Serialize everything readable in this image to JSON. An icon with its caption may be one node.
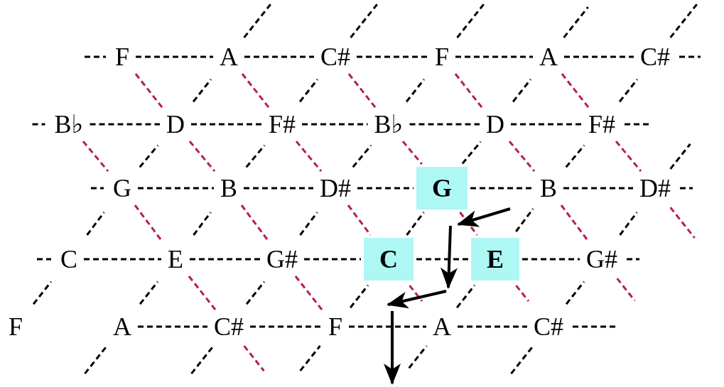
{
  "diagram": {
    "nodes": [
      {
        "text": [
          "F"
        ]
      },
      {
        "text": [
          "A"
        ]
      },
      {
        "text": [
          "C#"
        ]
      },
      {
        "text": [
          "F"
        ]
      },
      {
        "text": [
          "A"
        ]
      },
      {
        "text": [
          "C#"
        ]
      },
      {
        "text": [
          "B♭"
        ]
      },
      {
        "text": [
          "D"
        ]
      },
      {
        "text": [
          "F#"
        ]
      },
      {
        "text": [
          "B♭"
        ]
      },
      {
        "text": [
          "D"
        ]
      },
      {
        "text": [
          "F#"
        ]
      },
      {
        "text": [
          "G"
        ]
      },
      {
        "text": [
          "B"
        ]
      },
      {
        "text": [
          "D#"
        ]
      },
      {
        "text": [
          "G"
        ]
      },
      {
        "text": [
          "B"
        ]
      },
      {
        "text": [
          "D#"
        ]
      },
      {
        "text": [
          "C"
        ]
      },
      {
        "text": [
          "E"
        ]
      },
      {
        "text": [
          "G#"
        ]
      },
      {
        "text": [
          "C"
        ]
      },
      {
        "text": [
          "E"
        ]
      },
      {
        "text": [
          "G#"
        ]
      },
      {
        "text": [
          "F"
        ]
      },
      {
        "text": [
          "A"
        ]
      },
      {
        "text": [
          "C#"
        ]
      },
      {
        "text": [
          "F"
        ]
      },
      {
        "text": [
          "A"
        ]
      },
      {
        "text": [
          "C#"
        ]
      }
    ],
    "edges": [
      {
        "from": null,
        "to": 0,
        "arrow": "none",
        "style": "dashed"
      },
      {
        "from": 0,
        "to": 1,
        "arrow": "none",
        "style": "dashed"
      },
      {
        "from": 1,
        "to": 2,
        "arrow": "none",
        "style": "dashed"
      },
      {
        "from": 2,
        "to": 3,
        "arrow": "none",
        "style": "dashed"
      },
      {
        "from": 3,
        "to": 4,
        "arrow": "none",
        "style": "dashed"
      },
      {
        "from": 4,
        "to": 5,
        "arrow": "none",
        "style": "dashed"
      },
      {
        "from": 5,
        "to": null,
        "arrow": "none",
        "style": "dashed"
      },
      {
        "from": null,
        "to": 6,
        "arrow": "none",
        "style": "dashed"
      },
      {
        "from": 6,
        "to": 7,
        "arrow": "none",
        "style": "dashed"
      },
      {
        "from": 7,
        "to": 8,
        "arrow": "none",
        "style": "dashed"
      },
      {
        "from": 8,
        "to": 9,
        "arrow": "none",
        "style": "dashed"
      },
      {
        "from": 9,
        "to": 10,
        "arrow": "none",
        "style": "dashed"
      },
      {
        "from": 10,
        "to": 11,
        "arrow": "none",
        "style": "dashed"
      },
      {
        "from": 11,
        "to": null,
        "arrow": "none",
        "style": "dashed"
      },
      {
        "from": null,
        "to": 12,
        "arrow": "none",
        "style": "dashed"
      },
      {
        "from": 12,
        "to": 13,
        "arrow": "none",
        "style": "dashed"
      },
      {
        "from": 13,
        "to": 14,
        "arrow": "none",
        "style": "dashed"
      },
      {
        "from": 14,
        "to": 15,
        "arrow": "none",
        "style": "dashed"
      },
      {
        "from": 15,
        "to": 16,
        "arrow": "none",
        "style": "dashed"
      },
      {
        "from": 16,
        "to": 17,
        "arrow": "none",
        "style": "dashed"
      },
      {
        "from": 17,
        "to": null,
        "arrow": "none",
        "style": "dashed"
      },
      {
        "from": null,
        "to": 18,
        "arrow": "none",
        "style": "dashed"
      },
      {
        "from": 18,
        "to": 19,
        "arrow": "none",
        "style": "dashed"
      },
      {
        "from": 19,
        "to": 20,
        "arrow": "none",
        "style": "dashed"
      },
      {
        "from": 20,
        "to": 21,
        "arrow": "none",
        "style": "dashed"
      },
      {
        "from": 21,
        "to": 22,
        "arrow": "none",
        "style": "dashed"
      },
      {
        "from": 22,
        "to": 23,
        "arrow": "none",
        "style": "dashed"
      },
      {
        "from": 23,
        "to": null,
        "arrow": "none",
        "style": "dashed"
      },
      {
        "from": 25,
        "to": 26,
        "arrow": "none",
        "style": "dashed"
      },
      {
        "from": 26,
        "to": 27,
        "arrow": "none",
        "style": "dashed"
      },
      {
        "from": 27,
        "to": 28,
        "arrow": "none",
        "style": "dashed"
      },
      {
        "from": 28,
        "to": 29,
        "arrow": "none",
        "style": "dashed"
      },
      {
        "from": 29,
        "to": null,
        "arrow": "none",
        "style": "dashed"
      },
      {
        "from": 24,
        "to": 18,
        "arrow": "none",
        "style": "dashed"
      },
      {
        "from": 25,
        "to": 19,
        "arrow": "none",
        "style": "dashed"
      },
      {
        "from": 26,
        "to": 20,
        "arrow": "none",
        "style": "dashed"
      },
      {
        "from": 27,
        "to": 21,
        "arrow": "none",
        "style": "dashed"
      },
      {
        "from": 28,
        "to": 22,
        "arrow": "none",
        "style": "dashed"
      },
      {
        "from": 29,
        "to": 23,
        "arrow": "none",
        "style": "dashed"
      },
      {
        "from": 18,
        "to": 12,
        "arrow": "none",
        "style": "dashed"
      },
      {
        "from": 19,
        "to": 13,
        "arrow": "none",
        "style": "dashed"
      },
      {
        "from": 20,
        "to": 14,
        "arrow": "none",
        "style": "dashed"
      },
      {
        "from": 21,
        "to": 15,
        "arrow": "none",
        "style": "dashed"
      },
      {
        "from": 22,
        "to": 16,
        "arrow": "none",
        "style": "dashed"
      },
      {
        "from": 23,
        "to": 17,
        "arrow": "none",
        "style": "dashed"
      },
      {
        "from": 12,
        "to": 7,
        "arrow": "none",
        "style": "dashed"
      },
      {
        "from": 13,
        "to": 8,
        "arrow": "none",
        "style": "dashed"
      },
      {
        "from": 14,
        "to": 9,
        "arrow": "none",
        "style": "dashed"
      },
      {
        "from": 15,
        "to": 10,
        "arrow": "none",
        "style": "dashed"
      },
      {
        "from": 16,
        "to": 11,
        "arrow": "none",
        "style": "dashed"
      },
      {
        "from": 17,
        "to": null,
        "arrow": "none",
        "style": "dashed"
      },
      {
        "from": 7,
        "to": 1,
        "arrow": "none",
        "style": "dashed"
      },
      {
        "from": 8,
        "to": 2,
        "arrow": "none",
        "style": "dashed"
      },
      {
        "from": 9,
        "to": 3,
        "arrow": "none",
        "style": "dashed"
      },
      {
        "from": 10,
        "to": 4,
        "arrow": "none",
        "style": "dashed"
      },
      {
        "from": 11,
        "to": 5,
        "arrow": "none",
        "style": "dashed"
      },
      {
        "from": 1,
        "to": null,
        "arrow": "none",
        "style": "dashed"
      },
      {
        "from": 2,
        "to": null,
        "arrow": "none",
        "style": "dashed"
      },
      {
        "from": 3,
        "to": null,
        "arrow": "none",
        "style": "dashed"
      },
      {
        "from": 4,
        "to": null,
        "arrow": "none",
        "style": "dashed"
      },
      {
        "from": 5,
        "to": null,
        "arrow": "none",
        "style": "dashed"
      },
      {
        "from": null,
        "to": 25,
        "arrow": "none",
        "style": "dashed"
      },
      {
        "from": null,
        "to": 26,
        "arrow": "none",
        "style": "dashed"
      },
      {
        "from": null,
        "to": 27,
        "arrow": "none",
        "style": "dashed"
      },
      {
        "from": null,
        "to": 28,
        "arrow": "none",
        "style": "dashed"
      },
      {
        "from": null,
        "to": 29,
        "arrow": "none",
        "style": "dashed"
      },
      {
        "from": 6,
        "to": 12,
        "arrow": "none",
        "style": "dashed",
        "color": "#b5204e"
      },
      {
        "from": 12,
        "to": 19,
        "arrow": "none",
        "style": "dashed",
        "color": "#b5204e"
      },
      {
        "from": 19,
        "to": 26,
        "arrow": "none",
        "style": "dashed",
        "color": "#b5204e"
      },
      {
        "from": 26,
        "to": null,
        "arrow": "none",
        "style": "dashed",
        "color": "#b5204e"
      },
      {
        "from": 0,
        "to": 7,
        "arrow": "none",
        "style": "dashed",
        "color": "#b5204e"
      },
      {
        "from": 7,
        "to": 13,
        "arrow": "none",
        "style": "dashed",
        "color": "#b5204e"
      },
      {
        "from": 13,
        "to": 20,
        "arrow": "none",
        "style": "dashed",
        "color": "#b5204e"
      },
      {
        "from": 20,
        "to": 27,
        "arrow": "none",
        "style": "dashed",
        "color": "#b5204e"
      },
      {
        "from": 1,
        "to": 8,
        "arrow": "none",
        "style": "dashed",
        "color": "#b5204e"
      },
      {
        "from": 8,
        "to": 14,
        "arrow": "none",
        "style": "dashed",
        "color": "#b5204e"
      },
      {
        "from": 14,
        "to": 21,
        "arrow": "none",
        "style": "dashed",
        "color": "#b5204e"
      },
      {
        "from": 21,
        "to": null,
        "arrow": "none",
        "style": "dashed",
        "color": "#b5204e"
      },
      {
        "from": 2,
        "to": 9,
        "arrow": "none",
        "style": "dashed",
        "color": "#b5204e"
      },
      {
        "from": 9,
        "to": 15,
        "arrow": "none",
        "style": "dashed",
        "color": "#b5204e"
      },
      {
        "from": 15,
        "to": 22,
        "arrow": "none",
        "style": "dashed",
        "color": "#b5204e"
      },
      {
        "from": 22,
        "to": null,
        "arrow": "none",
        "style": "dashed",
        "color": "#b5204e"
      },
      {
        "from": 3,
        "to": 10,
        "arrow": "none",
        "style": "dashed",
        "color": "#b5204e"
      },
      {
        "from": 10,
        "to": 16,
        "arrow": "none",
        "style": "dashed",
        "color": "#b5204e"
      },
      {
        "from": 16,
        "to": 23,
        "arrow": "none",
        "style": "dashed",
        "color": "#b5204e"
      },
      {
        "from": 23,
        "to": null,
        "arrow": "none",
        "style": "dashed",
        "color": "#b5204e"
      },
      {
        "from": 4,
        "to": 11,
        "arrow": "none",
        "style": "dashed",
        "color": "#b5204e"
      },
      {
        "from": 11,
        "to": 17,
        "arrow": "none",
        "style": "dashed",
        "color": "#b5204e"
      },
      {
        "from": 17,
        "to": null,
        "arrow": "none",
        "style": "dashed",
        "color": "#b5204e"
      }
    ]
  }
}
